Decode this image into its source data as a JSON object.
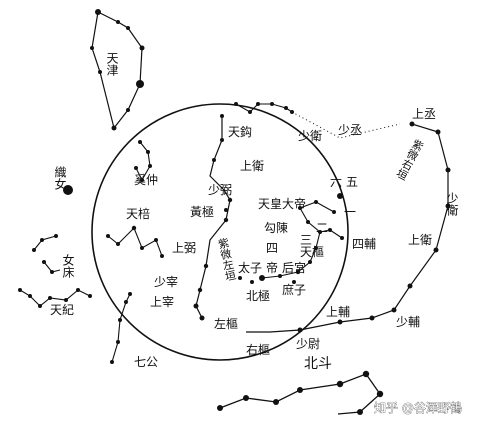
{
  "map": {
    "labels": {
      "tianjin": "天津",
      "zhinu": "織女",
      "xizhong": "奚仲",
      "tianpou": "天棓",
      "nuchuang": "女床",
      "tianji": "天紀",
      "qigong": "七公",
      "beidou": "北斗",
      "tiangou": "天鈎",
      "shangwei": "上衛",
      "shaowei_ne": "少衛",
      "shaocheng": "少丞",
      "shaobi": "少弼",
      "huangji": "黃極",
      "shangbi": "上弼",
      "shaozai": "少宰",
      "shangzai": "上宰",
      "zuoshu": "左樞",
      "youshu": "右樞",
      "shaowei_s": "少尉",
      "shangfu": "上輔",
      "shaofu": "少輔",
      "tianhuang": "天皇大帝",
      "gouchen": "勾陳",
      "tianshu": "天樞",
      "taizi": "太子",
      "di": "帝",
      "hougong": "后宮",
      "shu": "庶子",
      "beiji": "北極",
      "sifu": "四輔",
      "num_liu": "六",
      "num_wu": "五",
      "num_yi": "一",
      "num_er": "二",
      "num_san": "三",
      "num_si": "四",
      "shangcheng": "上丞",
      "shaowei_e": "少衛",
      "shangwei_e": "上衛",
      "vertical_left": "紫微左垣",
      "vertical_right": "紫微右垣"
    },
    "watermark": "知乎 @谷澤野鶴",
    "colors": {
      "ink": "#111111",
      "paper": "#ffffff"
    }
  }
}
